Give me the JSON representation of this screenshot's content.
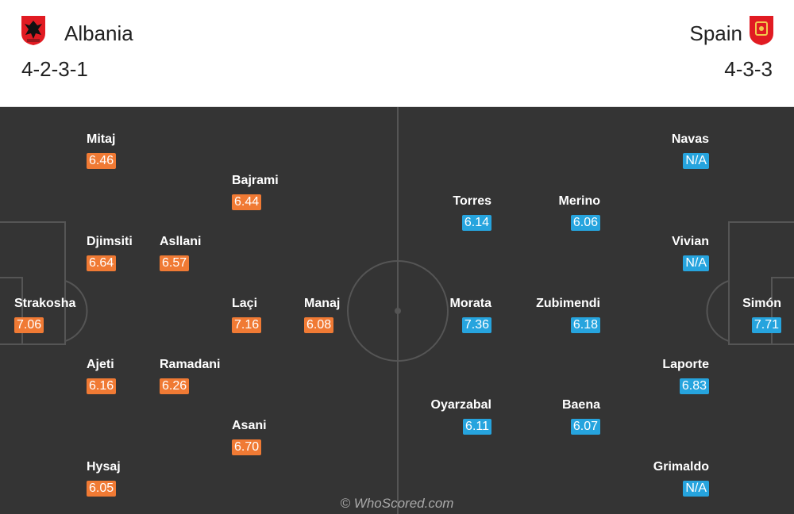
{
  "home": {
    "name": "Albania",
    "formation": "4-2-3-1",
    "crest_color": "#e11b22",
    "rating_color": "#f07a34",
    "players": [
      {
        "name": "Mitaj",
        "rating": "6.46"
      },
      {
        "name": "Bajrami",
        "rating": "6.44"
      },
      {
        "name": "Djimsiti",
        "rating": "6.64"
      },
      {
        "name": "Asllani",
        "rating": "6.57"
      },
      {
        "name": "Strakosha",
        "rating": "7.06"
      },
      {
        "name": "Laçi",
        "rating": "7.16"
      },
      {
        "name": "Manaj",
        "rating": "6.08"
      },
      {
        "name": "Ajeti",
        "rating": "6.16"
      },
      {
        "name": "Ramadani",
        "rating": "6.26"
      },
      {
        "name": "Asani",
        "rating": "6.70"
      },
      {
        "name": "Hysaj",
        "rating": "6.05"
      }
    ]
  },
  "away": {
    "name": "Spain",
    "formation": "4-3-3",
    "crest_color": "#e11b22",
    "rating_color": "#26a4de",
    "players": [
      {
        "name": "Navas",
        "rating": "N/A"
      },
      {
        "name": "Torres",
        "rating": "6.14"
      },
      {
        "name": "Merino",
        "rating": "6.06"
      },
      {
        "name": "Vivian",
        "rating": "N/A"
      },
      {
        "name": "Morata",
        "rating": "7.36"
      },
      {
        "name": "Zubimendi",
        "rating": "6.18"
      },
      {
        "name": "Simón",
        "rating": "7.71"
      },
      {
        "name": "Laporte",
        "rating": "6.83"
      },
      {
        "name": "Oyarzabal",
        "rating": "6.11"
      },
      {
        "name": "Baena",
        "rating": "6.07"
      },
      {
        "name": "Grimaldo",
        "rating": "N/A"
      }
    ]
  },
  "credit": "© WhoScored.com",
  "pitch_color": "#343434"
}
